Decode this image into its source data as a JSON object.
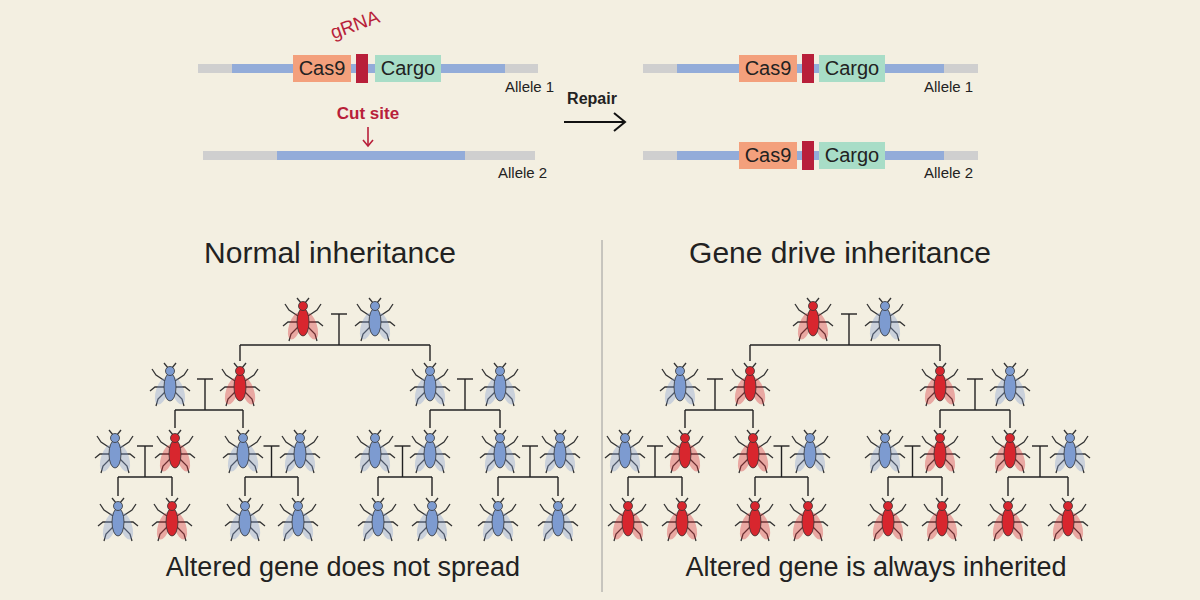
{
  "diagram": {
    "nodes": [
      {
        "text": [
          "Cas9"
        ]
      },
      {
        "text": [
          "Cargo"
        ]
      },
      {
        "text": [
          "Cas9"
        ]
      },
      {
        "text": [
          "Cargo"
        ]
      },
      {
        "text": [
          "Cas9"
        ]
      },
      {
        "text": [
          "Cargo"
        ]
      }
    ],
    "labels": [
      "gRNA",
      "Allele 1",
      "Cut site",
      "Allele 2",
      "Repair",
      "Allele 1",
      "Allele 2",
      "Normal inheritance",
      "Gene drive inheritance",
      "Altered gene does not spread",
      "Altered gene is always inherited"
    ]
  }
}
